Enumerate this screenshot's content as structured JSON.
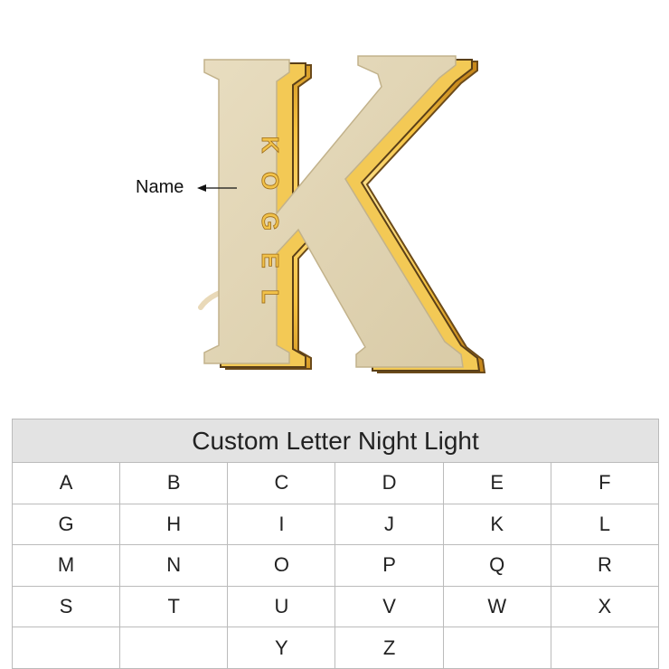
{
  "annotation": {
    "name_label": "Name"
  },
  "engraving": {
    "letters": [
      "K",
      "O",
      "G",
      "E",
      "L"
    ]
  },
  "letter_table": {
    "title": "Custom Letter Night Light",
    "rows": [
      [
        "A",
        "B",
        "C",
        "D",
        "E",
        "F"
      ],
      [
        "G",
        "H",
        "I",
        "J",
        "K",
        "L"
      ],
      [
        "M",
        "N",
        "O",
        "P",
        "Q",
        "R"
      ],
      [
        "S",
        "T",
        "U",
        "V",
        "W",
        "X"
      ],
      [
        "",
        "",
        "Y",
        "Z",
        "",
        ""
      ]
    ]
  },
  "colors": {
    "wood": "#dfd3b4",
    "wood_edge": "#5a3f18",
    "glow": "#f7c94a",
    "header_bg": "#e3e3e3",
    "border": "#bbbbbb"
  }
}
